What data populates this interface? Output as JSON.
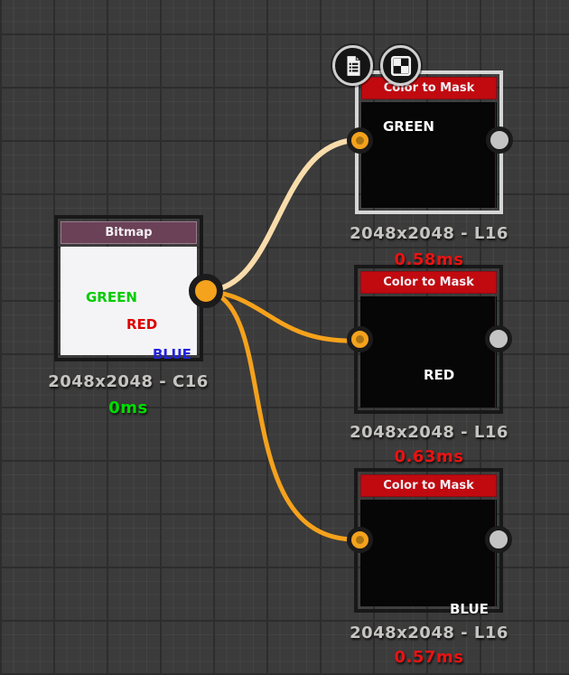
{
  "canvas": {
    "background": "#3b3b3b",
    "grid_major_color": "#2d2d2d",
    "grid_minor_color": "#474747"
  },
  "wires": {
    "color": "#f5a21c",
    "highlight_color": "#f8dcab"
  },
  "ports": {
    "connected_color": "#f5a21c",
    "unconnected_color": "#c4c4c4",
    "ring_color": "#1b1b1b"
  },
  "badges": {
    "document": "document-badge",
    "checker": "checkerboard-badge"
  },
  "nodes": [
    {
      "id": "bitmap",
      "title": "Bitmap",
      "header_color": "#6a4156",
      "size_label": "2048x2048 - C16",
      "time_label": "0ms",
      "time_color": "#00dd00",
      "labels": [
        {
          "text": "GREEN",
          "color": "#00cc00"
        },
        {
          "text": "RED",
          "color": "#dd0000"
        },
        {
          "text": "BLUE",
          "color": "#2323dd"
        }
      ]
    },
    {
      "id": "color-to-mask-green",
      "title": "Color to Mask",
      "header_color": "#c00a10",
      "label": "GREEN",
      "size_label": "2048x2048 - L16",
      "time_label": "0.58ms",
      "time_color": "#e81313",
      "selected": true
    },
    {
      "id": "color-to-mask-red",
      "title": "Color to Mask",
      "header_color": "#c00a10",
      "label": "RED",
      "size_label": "2048x2048 - L16",
      "time_label": "0.63ms",
      "time_color": "#e81313",
      "selected": false
    },
    {
      "id": "color-to-mask-blue",
      "title": "Color to Mask",
      "header_color": "#c00a10",
      "label": "BLUE",
      "size_label": "2048x2048 - L16",
      "time_label": "0.57ms",
      "time_color": "#e81313",
      "selected": false
    }
  ]
}
